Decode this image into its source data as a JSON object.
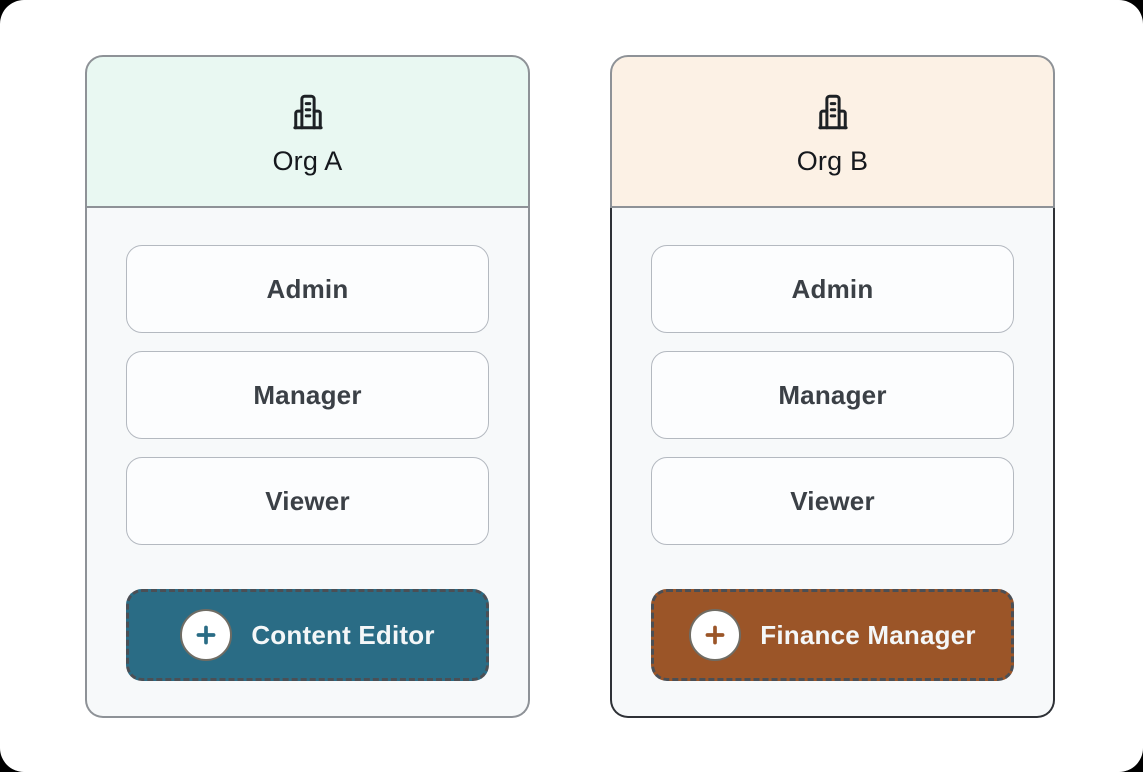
{
  "page": {
    "canvas_bg": "#ffffff",
    "frame_bg": "#000000"
  },
  "cards": [
    {
      "org_name": "Org A",
      "header_bg": "#e9f8f2",
      "accent_color": "#2a6c85",
      "body_border_color": "#8e9297",
      "roles": [
        "Admin",
        "Manager",
        "Viewer"
      ],
      "add_role_label": "Content Editor"
    },
    {
      "org_name": "Org B",
      "header_bg": "#fcf1e5",
      "accent_color": "#9b5528",
      "body_border_color": "#2e3136",
      "roles": [
        "Admin",
        "Manager",
        "Viewer"
      ],
      "add_role_label": "Finance Manager"
    }
  ]
}
